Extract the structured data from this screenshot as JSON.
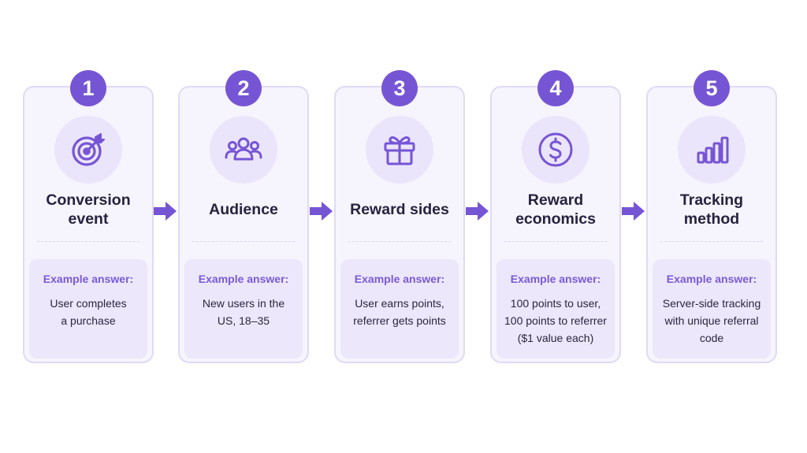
{
  "colors": {
    "accent": "#7655d5",
    "card_bg": "#f6f4fd",
    "card_border": "#e0d9f6",
    "example_bg": "#ece7fb",
    "example_label": "#7a5ad8",
    "title_text": "#27223f"
  },
  "steps": [
    {
      "number": "1",
      "icon": "target-icon",
      "title_lines": [
        "Conversion",
        "event"
      ],
      "example_label": "Example answer:",
      "example_lines": [
        "User completes",
        "a purchase"
      ]
    },
    {
      "number": "2",
      "icon": "users-icon",
      "title_lines": [
        "Audience"
      ],
      "example_label": "Example answer:",
      "example_lines": [
        "New users in the",
        "US, 18–35"
      ]
    },
    {
      "number": "3",
      "icon": "gift-icon",
      "title_lines": [
        "Reward sides"
      ],
      "example_label": "Example answer:",
      "example_lines": [
        "User earns points,",
        "referrer gets points"
      ]
    },
    {
      "number": "4",
      "icon": "dollar-icon",
      "title_lines": [
        "Reward",
        "economics"
      ],
      "example_label": "Example answer:",
      "example_lines": [
        "100 points to user,",
        "100 points to referrer",
        "($1 value each)"
      ]
    },
    {
      "number": "5",
      "icon": "bar-chart-icon",
      "title_lines": [
        "Tracking",
        "method"
      ],
      "example_label": "Example answer:",
      "example_lines": [
        "Server-side tracking",
        "with unique referral",
        "code"
      ]
    }
  ]
}
